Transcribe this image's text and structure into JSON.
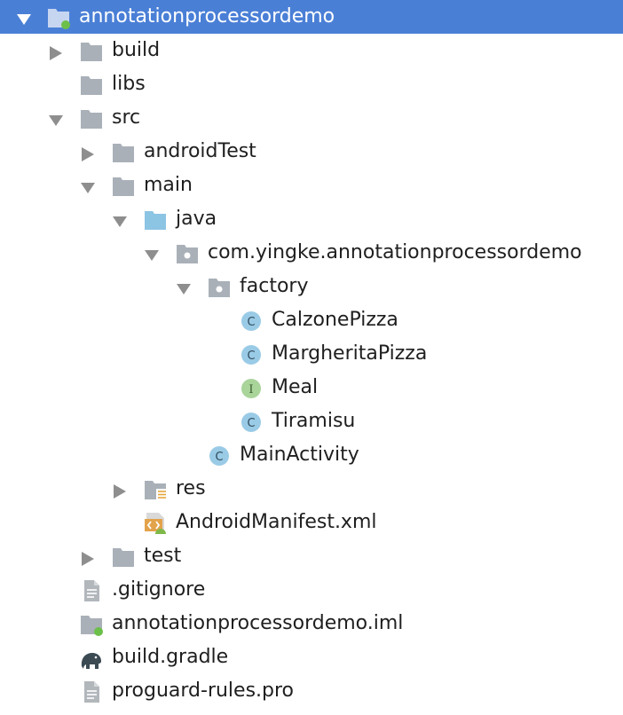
{
  "tree": {
    "nodes": [
      {
        "label": "annotationprocessordemo",
        "icon": "module-folder-icon",
        "expand": "expanded",
        "selected": true
      },
      {
        "label": "build",
        "icon": "folder-icon",
        "expand": "collapsed"
      },
      {
        "label": "libs",
        "icon": "folder-icon",
        "expand": "none"
      },
      {
        "label": "src",
        "icon": "folder-icon",
        "expand": "expanded"
      },
      {
        "label": "androidTest",
        "icon": "folder-icon",
        "expand": "collapsed"
      },
      {
        "label": "main",
        "icon": "folder-icon",
        "expand": "expanded"
      },
      {
        "label": "java",
        "icon": "source-folder-icon",
        "expand": "expanded"
      },
      {
        "label": "com.yingke.annotationprocessordemo",
        "icon": "package-icon",
        "expand": "expanded"
      },
      {
        "label": "factory",
        "icon": "package-icon",
        "expand": "expanded"
      },
      {
        "label": "CalzonePizza",
        "icon": "class-icon",
        "expand": "none"
      },
      {
        "label": "MargheritaPizza",
        "icon": "class-icon",
        "expand": "none"
      },
      {
        "label": "Meal",
        "icon": "interface-icon",
        "expand": "none"
      },
      {
        "label": "Tiramisu",
        "icon": "class-icon",
        "expand": "none"
      },
      {
        "label": "MainActivity",
        "icon": "class-icon",
        "expand": "none"
      },
      {
        "label": "res",
        "icon": "resource-folder-icon",
        "expand": "collapsed"
      },
      {
        "label": "AndroidManifest.xml",
        "icon": "android-manifest-icon",
        "expand": "none"
      },
      {
        "label": "test",
        "icon": "folder-icon",
        "expand": "collapsed"
      },
      {
        "label": ".gitignore",
        "icon": "text-file-icon",
        "expand": "none"
      },
      {
        "label": "annotationprocessordemo.iml",
        "icon": "module-file-icon",
        "expand": "none"
      },
      {
        "label": "build.gradle",
        "icon": "gradle-elephant-icon",
        "expand": "none"
      },
      {
        "label": "proguard-rules.pro",
        "icon": "text-file-icon",
        "expand": "none"
      }
    ]
  },
  "colors": {
    "selection": "#4a7fd6",
    "folder": "#a9b0b8",
    "source_folder": "#8cc4e4",
    "class_badge": "#9acbe6",
    "interface_badge": "#a9d49a",
    "module_dot": "#6cc04a",
    "arrow": "#8e8e8e"
  }
}
